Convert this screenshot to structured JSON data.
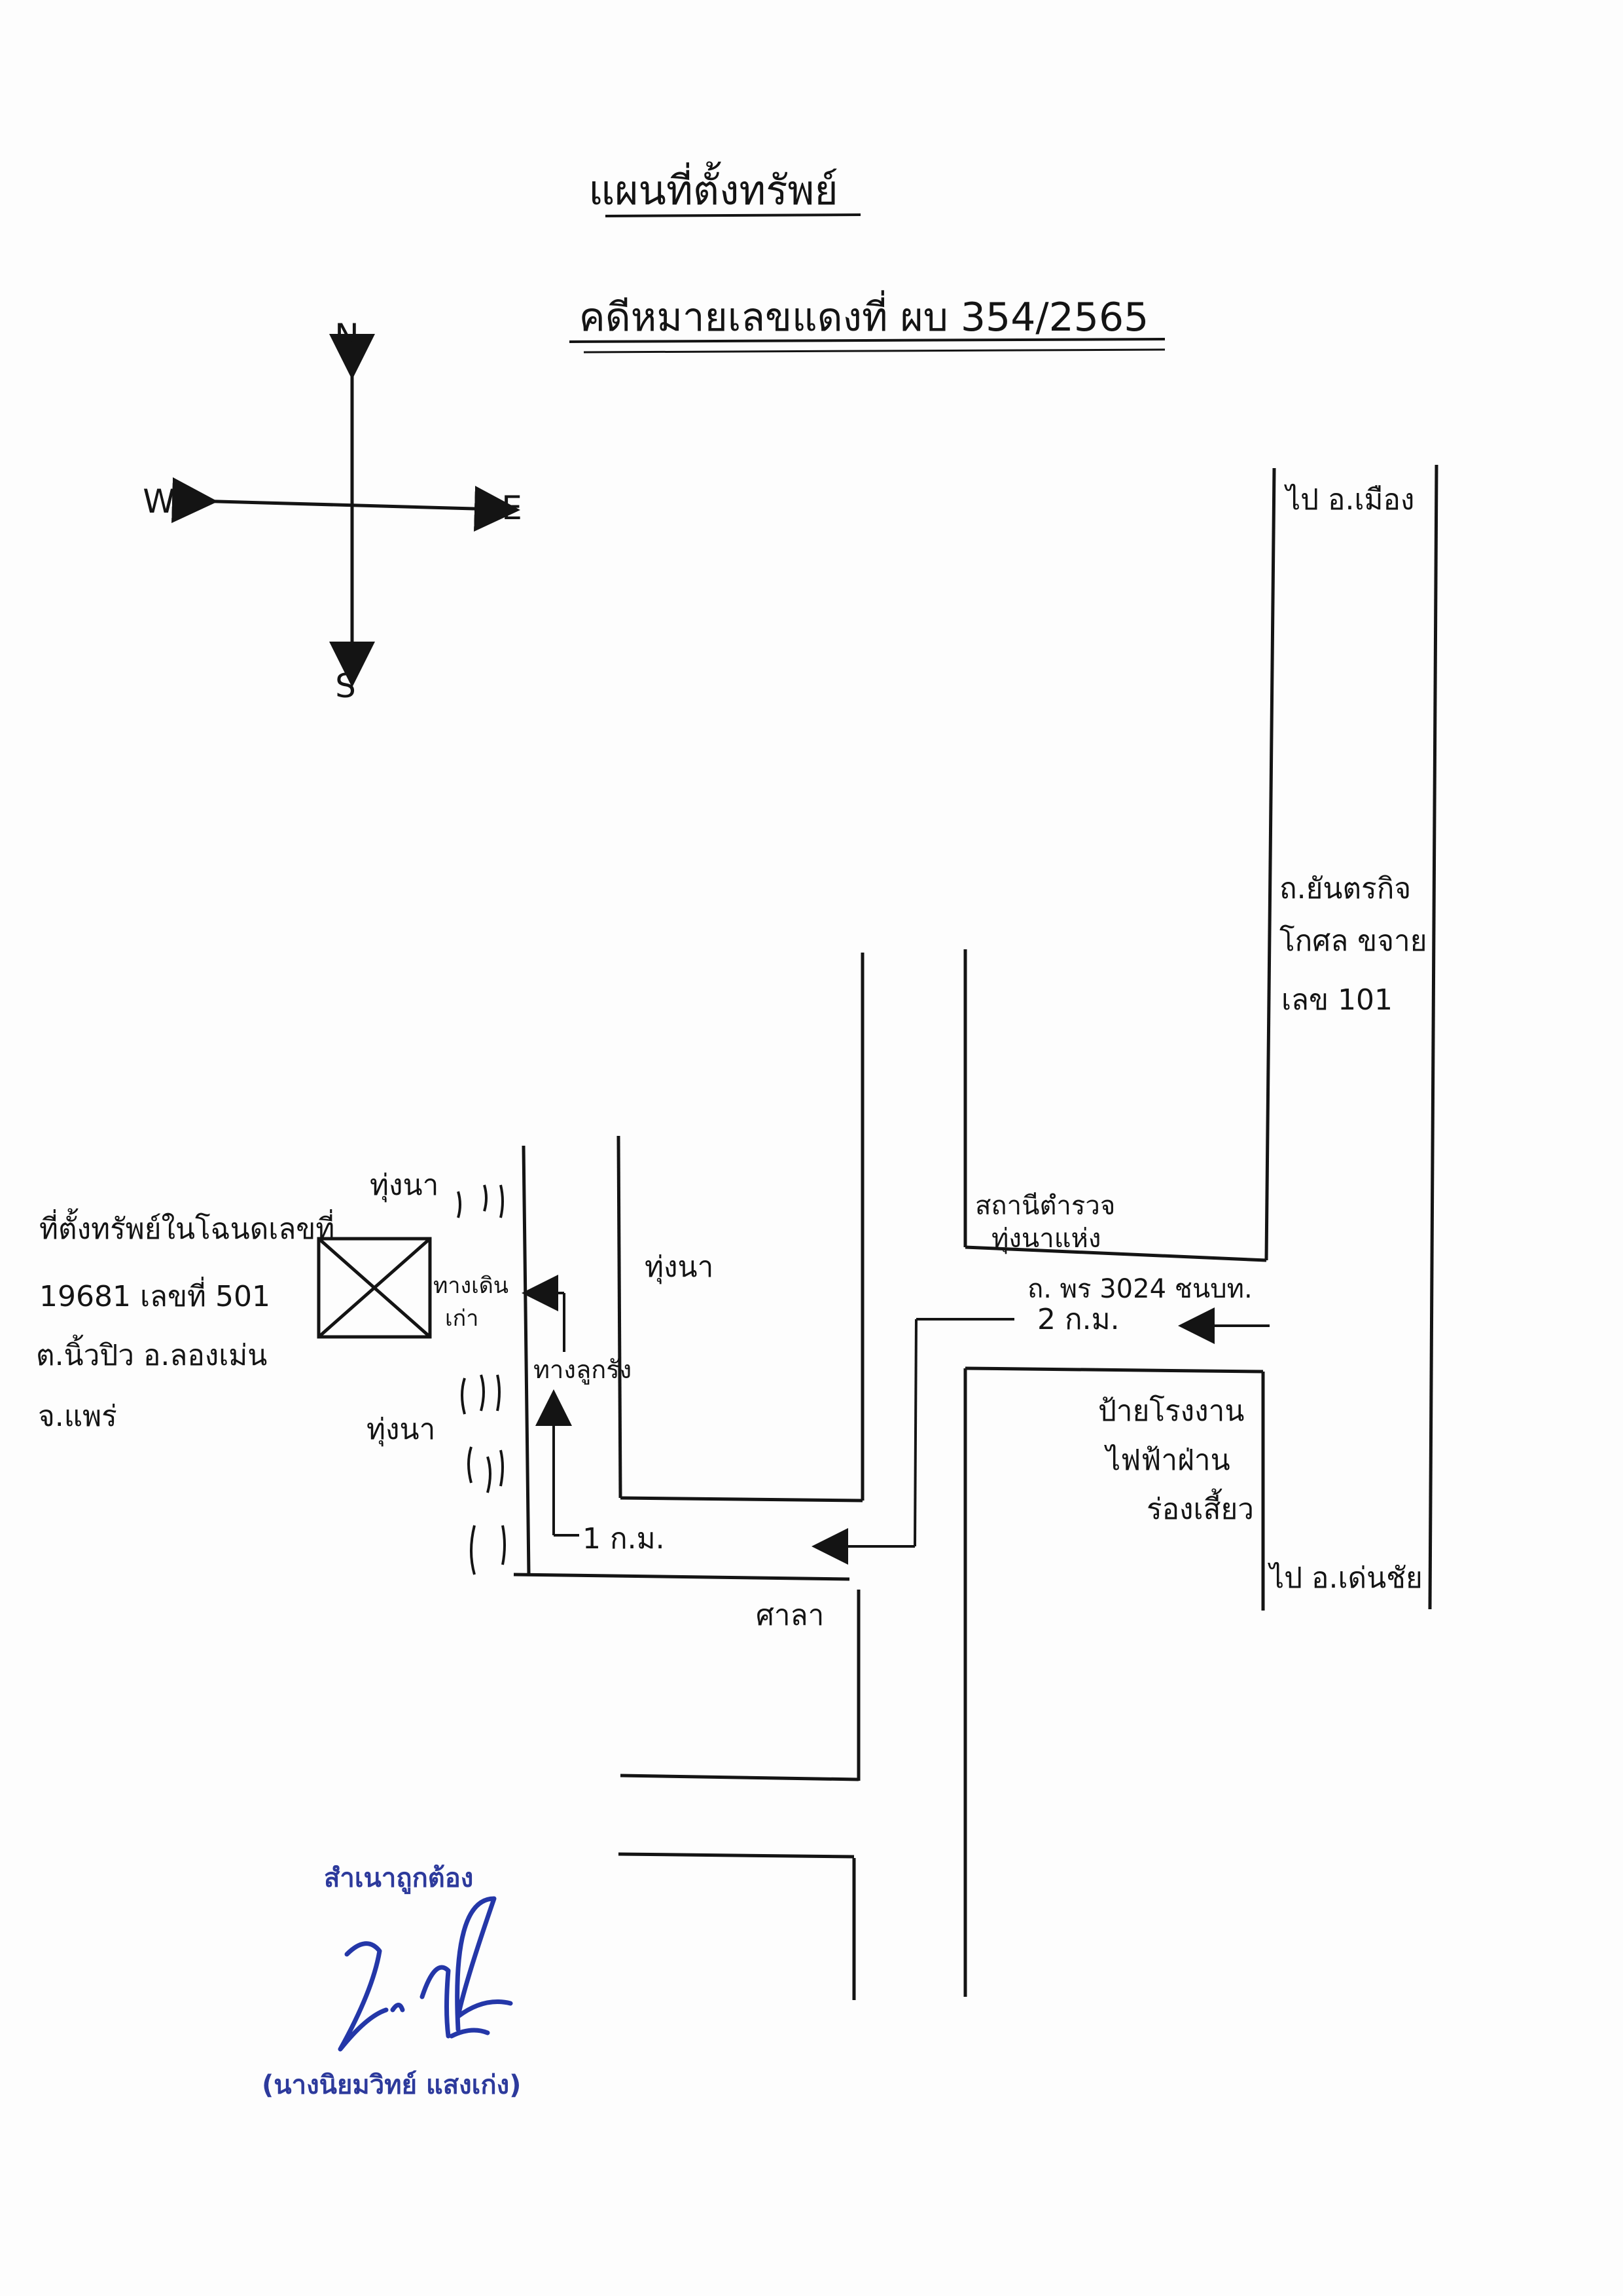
{
  "title": "แผนที่ตั้งทรัพย์",
  "subtitle": "คดีหมายเลขแดงที่ ผบ 354/2565",
  "compass": {
    "north": "N",
    "south": "S",
    "east": "E",
    "west": "W."
  },
  "labels": {
    "to_mueang": "ไป อ.เมือง",
    "road_name": "ถ.ยันตรกิจ",
    "road_km_line1": "โกศล ขจาย",
    "road_km_line2": "เลข 101",
    "property_line1": "ที่ตั้งทรัพย์ในโฉนดเลขที่",
    "property_line2": "19681 เลขที่ 501",
    "property_line3": "ต.นิ้วปิว อ.ลองเม่น",
    "property_line4": "จ.แพร่",
    "field_top": "ทุ่งนา",
    "field_bottom": "ทุ่งนา",
    "field_middle": "ทุ่งนา",
    "old_track_line1": "ทางเดิน",
    "old_track_line2": "เก่า",
    "laterite_road": "ทางลูกรัง",
    "one_km": "1 ก.ม.",
    "sala": "ศาลา",
    "police_line1": "สถานีตำรวจ",
    "police_line2": "ทุ่งนาแห่ง",
    "road_3024": "ถ. พร 3024 ชนบท.",
    "two_km": "2 ก.ม.",
    "plant_line1": "ป้ายโรงงาน",
    "plant_line2": "ไฟฟ้าฝ่าน",
    "plant_line3": "ร่องเสี้ยว",
    "to_denchai": "ไป อ.เด่นชัย"
  },
  "stamp": {
    "certified": "สำเนาถูกต้อง",
    "name": "(นางนิยมวิทย์  แสงเก่ง)"
  },
  "colors": {
    "ink": "#141414",
    "stamp_blue": "#2d3a9c",
    "signature_blue": "#2437a8"
  }
}
